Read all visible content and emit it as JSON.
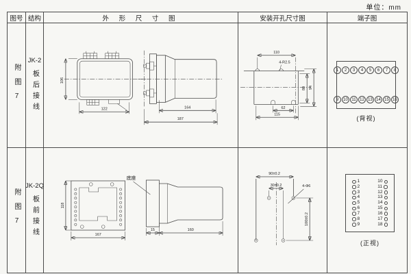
{
  "page": {
    "unit_label": "单位：mm"
  },
  "table": {
    "col_headers": {
      "figure": "图号",
      "structure": "结构",
      "outline": "外 形 尺 寸 图",
      "mounting": "安装开孔尺寸图",
      "terminal": "端子图"
    },
    "row1": {
      "figure_no": "附图7",
      "model": "JK-2",
      "wiring": "板后接线",
      "outline_dims": {
        "height": "106",
        "width": "122",
        "depth_body": "164",
        "depth_total": "187"
      },
      "mounting_dims": {
        "width_top": "110",
        "holes": "4-R2.5",
        "height_inner": "80",
        "height_outer": "94",
        "width_inner": "62",
        "width_outer": "115"
      },
      "terminal": {
        "top": [
          "1",
          "2",
          "3",
          "4",
          "5",
          "6",
          "7",
          "8"
        ],
        "bottom": [
          "9",
          "10",
          "11",
          "12",
          "13",
          "14",
          "15",
          "16"
        ],
        "caption": "(背视)"
      }
    },
    "row2": {
      "figure_no": "附图7",
      "model": "JK-2Q",
      "wiring": "板前接线",
      "outline_dims": {
        "height": "118",
        "width": "167",
        "base_label": "底座",
        "base_depth": "15",
        "depth_body": "160"
      },
      "mounting_dims": {
        "width_top": "90±0.2",
        "width_inner": "30±0.2",
        "holes": "4-Φ6",
        "height": "100±0.2"
      },
      "terminal": {
        "left": [
          "1",
          "2",
          "3",
          "4",
          "5",
          "6",
          "7",
          "8",
          "9"
        ],
        "right": [
          "10",
          "11",
          "12",
          "13",
          "14",
          "15",
          "16",
          "17",
          "18"
        ],
        "caption": "(正视)"
      }
    }
  }
}
